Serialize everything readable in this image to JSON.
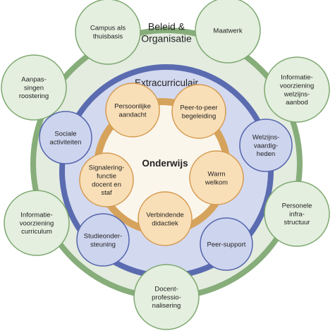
{
  "colors": {
    "outer_ring": "#86ad7a",
    "outer_fill": "#e3ecdf",
    "middle_ring": "#5a6bb0",
    "middle_fill": "#d3d9ef",
    "inner_ring": "#d6a35c",
    "inner_fill": "#fbf6ec",
    "green_node_fill": "#e4efdf",
    "green_node_stroke": "#7ea870",
    "blue_node_fill": "#cdd4ee",
    "blue_node_stroke": "#5566ad",
    "orange_node_fill": "#f9dfb7",
    "orange_node_stroke": "#d49a50"
  },
  "outer_ring": {
    "title": [
      "Beleid &",
      "Organisatie"
    ]
  },
  "middle_ring": {
    "title": [
      "Extracurriculair"
    ]
  },
  "inner_ring": {
    "title": [
      "Onderwijs"
    ]
  },
  "outer_nodes": [
    {
      "id": "campus",
      "lines": [
        "Campus als",
        "thuisbasis"
      ]
    },
    {
      "id": "maatwerk",
      "lines": [
        "Maatwerk"
      ]
    },
    {
      "id": "informatie-welzijn",
      "lines": [
        "Informatie-",
        "voorziening",
        "welzijns-",
        "aanbod"
      ]
    },
    {
      "id": "personele",
      "lines": [
        "Personele",
        "infra-",
        "structuur"
      ]
    },
    {
      "id": "docent",
      "lines": [
        "Docent-",
        "professio-",
        "nalisering"
      ]
    },
    {
      "id": "informatie-curriculum",
      "lines": [
        "Informatie-",
        "voorziening",
        "curriculum"
      ]
    },
    {
      "id": "aanpassingen",
      "lines": [
        "Aanpas-",
        "singen",
        "roostering"
      ]
    }
  ],
  "middle_nodes": [
    {
      "id": "sociale",
      "lines": [
        "Sociale",
        "activiteiten"
      ]
    },
    {
      "id": "welzijns",
      "lines": [
        "Welzijns-",
        "vaardig-",
        "heden"
      ]
    },
    {
      "id": "peer-support",
      "lines": [
        "Peer-support"
      ]
    },
    {
      "id": "studie",
      "lines": [
        "Studieonder-",
        "steuning"
      ]
    }
  ],
  "inner_nodes": [
    {
      "id": "persoonlijke",
      "lines": [
        "Persoonlijke",
        "aandacht"
      ]
    },
    {
      "id": "peer-to-peer",
      "lines": [
        "Peer-to-peer",
        "begeleiding"
      ]
    },
    {
      "id": "warm",
      "lines": [
        "Warm",
        "welkom"
      ]
    },
    {
      "id": "verbindende",
      "lines": [
        "Verbindende",
        "didactiek"
      ]
    },
    {
      "id": "signalering",
      "lines": [
        "Signalering-",
        "functie",
        "docent en",
        "staf"
      ]
    }
  ]
}
